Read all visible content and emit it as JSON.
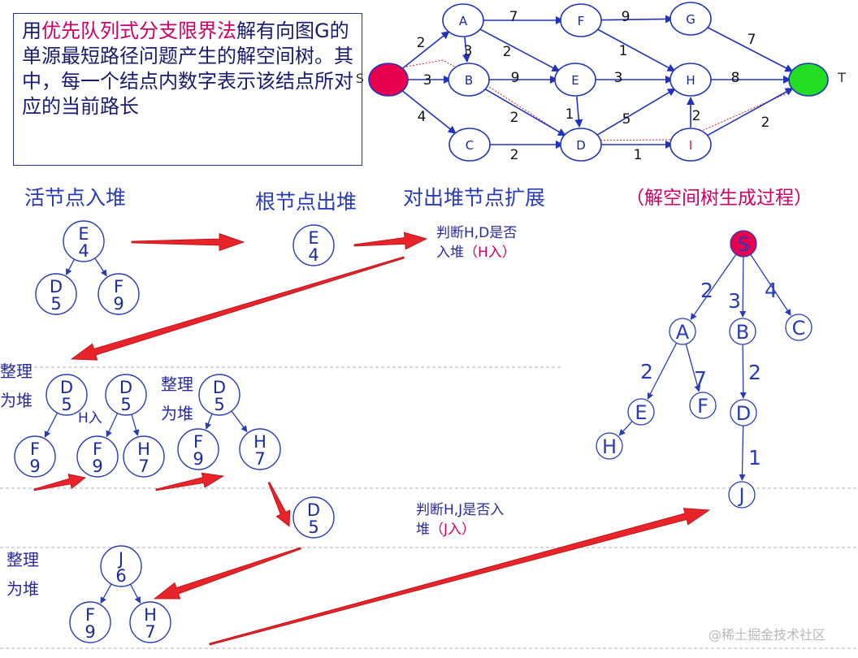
{
  "description": {
    "part1": "用",
    "part2": "优先队列式分支限界法",
    "part3": "解有向图G的单源最短路径问题产生的解空间树。其中，每一个结点内数字表示该结点所对应的当前路长"
  },
  "headings": {
    "live_push": "活节点入堆",
    "root_pop": "根节点出堆",
    "expand": "对出堆节点扩展",
    "tree_process": "（解空间树生成过程）"
  },
  "notes": {
    "judge1_prefix": "判断H,D是否",
    "judge1_mid": "入堆",
    "judge1_hl": "（H入）",
    "judge2_prefix": "判断H,J是否入",
    "judge2_mid": "堆",
    "judge2_hl": "（J入）",
    "h_in": "H入",
    "tidy": "整理",
    "to_heap": "为堆"
  },
  "graph": {
    "colors": {
      "source": "#e8004f",
      "target": "#22dd22",
      "node_stroke": "#2233bb",
      "edge": "#2233bb",
      "path": "#dd2222"
    },
    "source_label": "S",
    "target_label": "T",
    "nodes": [
      {
        "id": "A"
      },
      {
        "id": "F"
      },
      {
        "id": "G"
      },
      {
        "id": "B"
      },
      {
        "id": "E"
      },
      {
        "id": "H"
      },
      {
        "id": "C"
      },
      {
        "id": "D"
      },
      {
        "id": "I"
      }
    ],
    "edges": [
      {
        "from": "S",
        "to": "A",
        "w": "2"
      },
      {
        "from": "S",
        "to": "B",
        "w": "3"
      },
      {
        "from": "S",
        "to": "C",
        "w": "4"
      },
      {
        "from": "A",
        "to": "F",
        "w": "7"
      },
      {
        "from": "A",
        "to": "B",
        "w": "3"
      },
      {
        "from": "A",
        "to": "E",
        "w": "2"
      },
      {
        "from": "F",
        "to": "G",
        "w": "9"
      },
      {
        "from": "F",
        "to": "H",
        "w": "1"
      },
      {
        "from": "G",
        "to": "T",
        "w": "7"
      },
      {
        "from": "B",
        "to": "E",
        "w": "9"
      },
      {
        "from": "B",
        "to": "D",
        "w": "2"
      },
      {
        "from": "E",
        "to": "H",
        "w": "3"
      },
      {
        "from": "E",
        "to": "D",
        "w": "1"
      },
      {
        "from": "H",
        "to": "T",
        "w": "8"
      },
      {
        "from": "C",
        "to": "D",
        "w": "2"
      },
      {
        "from": "D",
        "to": "H",
        "w": "5"
      },
      {
        "from": "D",
        "to": "I",
        "w": "1"
      },
      {
        "from": "I",
        "to": "H",
        "w": "2"
      },
      {
        "from": "I",
        "to": "T",
        "w": "2"
      }
    ]
  },
  "heaps": {
    "h1": {
      "root": {
        "name": "E",
        "val": "4"
      },
      "left": {
        "name": "D",
        "val": "5"
      },
      "right": {
        "name": "F",
        "val": "9"
      }
    },
    "h2": {
      "root": {
        "name": "E",
        "val": "4"
      }
    },
    "h3a": {
      "root": {
        "name": "D",
        "val": "5"
      },
      "left": {
        "name": "F",
        "val": "9"
      }
    },
    "h3b": {
      "root": {
        "name": "D",
        "val": "5"
      },
      "left": {
        "name": "F",
        "val": "9"
      },
      "right": {
        "name": "H",
        "val": "7"
      }
    },
    "h3c": {
      "root": {
        "name": "D",
        "val": "5"
      },
      "left": {
        "name": "F",
        "val": "9"
      },
      "right": {
        "name": "H",
        "val": "7"
      }
    },
    "h4": {
      "root": {
        "name": "D",
        "val": "5"
      }
    },
    "h5": {
      "root": {
        "name": "J",
        "val": "6"
      },
      "left": {
        "name": "F",
        "val": "9"
      },
      "right": {
        "name": "H",
        "val": "7"
      }
    }
  },
  "tree": {
    "root_color": "#e8004f",
    "nodes": [
      {
        "id": "S"
      },
      {
        "id": "A"
      },
      {
        "id": "B"
      },
      {
        "id": "C"
      },
      {
        "id": "E"
      },
      {
        "id": "F"
      },
      {
        "id": "D"
      },
      {
        "id": "H"
      },
      {
        "id": "J"
      }
    ],
    "edges": [
      {
        "from": "S",
        "to": "A",
        "w": "2"
      },
      {
        "from": "S",
        "to": "B",
        "w": "3"
      },
      {
        "from": "S",
        "to": "C",
        "w": "4"
      },
      {
        "from": "A",
        "to": "E",
        "w": "2"
      },
      {
        "from": "A",
        "to": "F",
        "w": "7"
      },
      {
        "from": "B",
        "to": "D",
        "w": "2"
      },
      {
        "from": "E",
        "to": "H",
        "w": ""
      },
      {
        "from": "D",
        "to": "J",
        "w": "1"
      }
    ]
  },
  "watermark": "@稀土掘金技术社区"
}
